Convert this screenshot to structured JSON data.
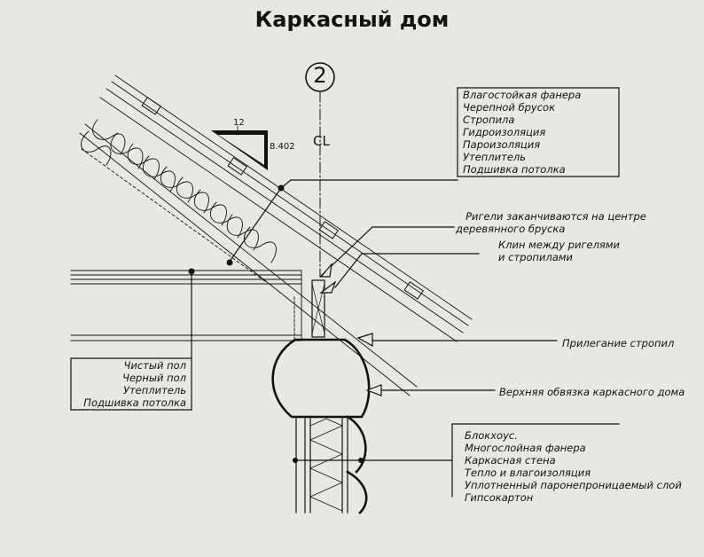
{
  "title": "Каркасный дом",
  "axis": {
    "number": "2",
    "centerline": "CL"
  },
  "slope": {
    "rise": "12",
    "run": "8.402"
  },
  "callouts": {
    "roof": [
      "Влагостойкая фанера",
      "Черепной брусок",
      "Стропила",
      "Гидроизоляция",
      "Пароизоляция",
      "Утеплитель",
      "Подшивка потолка"
    ],
    "ridge_end": [
      "Ригели заканчиваются на центре",
      "деревянного бруска"
    ],
    "wedge": [
      "Клин между ригелями",
      "и стропилами"
    ],
    "rafter_fit": "Прилегание стропил",
    "top_plate": "Верхняя обвязка каркасного дома",
    "floor": [
      "Чистый пол",
      "Черный пол",
      "Утеплитель",
      "Подшивка потолка"
    ],
    "wall": [
      "Блокхоус.",
      "Многослойная фанера",
      "Каркасная стена",
      "Тепло и влагоизоляция",
      "Уплотненный паронепроницаемый слой",
      "Гипсокартон"
    ]
  },
  "colors": {
    "background": "#e8e7e2",
    "ink": "#111111"
  }
}
